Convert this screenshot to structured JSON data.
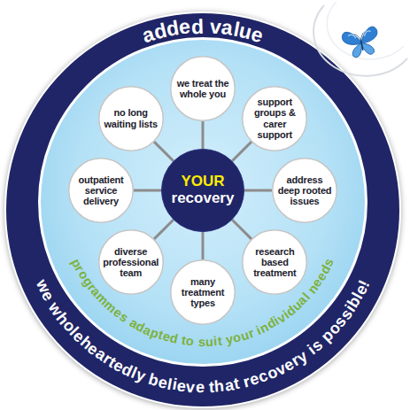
{
  "diagram": {
    "nodes": [
      {
        "text": [
          "added value",
          "we wholeheartedly believe that recovery is possible!"
        ]
      },
      {
        "text": [
          "programmes adapted to suit your individual needs"
        ],
        "in": 0
      },
      {
        "text": [
          "YOUR",
          "recovery"
        ],
        "in": 1
      },
      {
        "text": [
          "we treat the whole you"
        ],
        "in": 1
      },
      {
        "text": [
          "support groups & carer support"
        ],
        "in": 1
      },
      {
        "text": [
          "address deep rooted issues"
        ],
        "in": 1
      },
      {
        "text": [
          "research based treatment"
        ],
        "in": 1
      },
      {
        "text": [
          "many treatment types"
        ],
        "in": 1
      },
      {
        "text": [
          "diverse professional team"
        ],
        "in": 1
      },
      {
        "text": [
          "outpatient service delivery"
        ],
        "in": 1
      },
      {
        "text": [
          "no long waiting lists"
        ],
        "in": 1
      }
    ],
    "edges": [
      {
        "from": 2,
        "to": 3,
        "arrow": "none"
      },
      {
        "from": 2,
        "to": 4,
        "arrow": "none"
      },
      {
        "from": 2,
        "to": 5,
        "arrow": "none"
      },
      {
        "from": 2,
        "to": 6,
        "arrow": "none"
      },
      {
        "from": 2,
        "to": 7,
        "arrow": "none"
      },
      {
        "from": 2,
        "to": 8,
        "arrow": "none"
      },
      {
        "from": 2,
        "to": 9,
        "arrow": "none"
      },
      {
        "from": 2,
        "to": 10,
        "arrow": "none"
      }
    ]
  }
}
